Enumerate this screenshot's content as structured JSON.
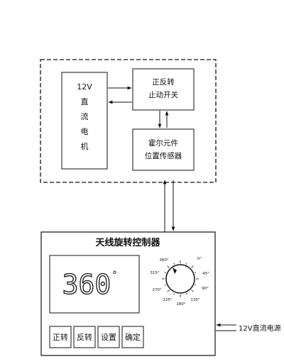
{
  "motor": {
    "label_chars": [
      "12V",
      "直",
      "流",
      "电",
      "机"
    ]
  },
  "limit_switch": {
    "lines": [
      "正反转",
      "止动开关"
    ]
  },
  "hall_sensor": {
    "lines": [
      "霍尔元件",
      "位置传感器"
    ]
  },
  "controller": {
    "title": "天线旋转控制器",
    "display": {
      "value": "360",
      "unit": "°"
    },
    "buttons": [
      {
        "label": "正转"
      },
      {
        "label": "反转"
      },
      {
        "label": "设置"
      },
      {
        "label": "确定"
      }
    ],
    "dial": {
      "labels": [
        "360°",
        "0°",
        "45°",
        "90°",
        "135°",
        "180°",
        "225°",
        "270°",
        "315°"
      ],
      "pointer_angle_deg": 0
    }
  },
  "power": {
    "label": "12V直流电源"
  }
}
